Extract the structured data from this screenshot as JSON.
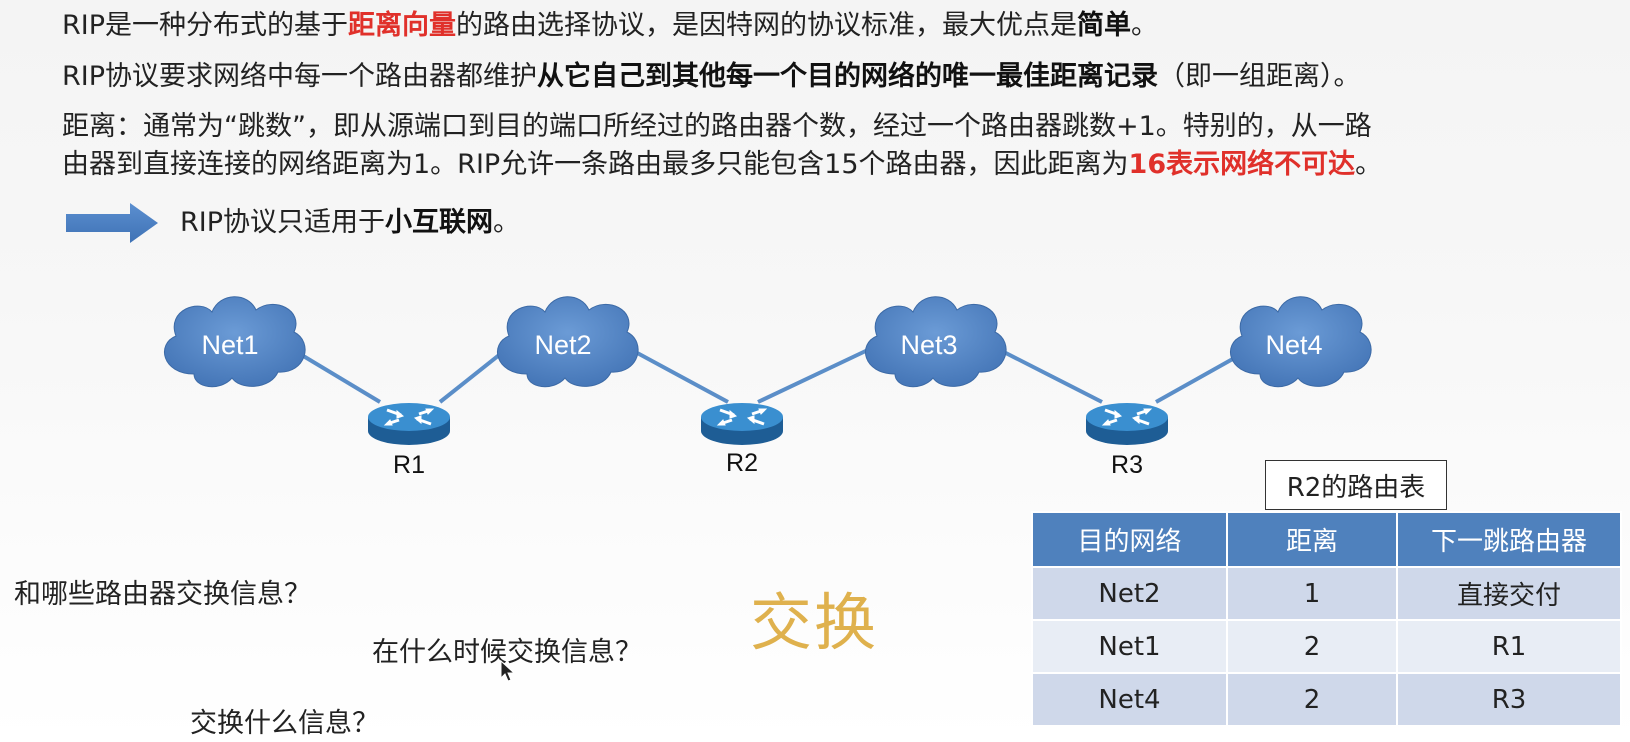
{
  "text": {
    "line1": {
      "a": "RIP是一种分布式的基于",
      "b": "距离向量",
      "c": "的路由选择协议，是因特网的协议标准，最大优点是",
      "d": "简单",
      "e": "。"
    },
    "line2": {
      "a": "RIP协议要求网络中每一个路由器都维护",
      "b": "从它自己到其他每一个目的网络的唯一最佳距离记录",
      "c": "（即一组距离）。"
    },
    "line3": "距离：通常为“跳数”，即从源端口到目的端口所经过的路由器个数，经过一个路由器跳数+1。特别的，从一路",
    "line4": {
      "a": "由器到直接连接的网络距离为1。RIP允许一条路由最多只能包含15个路由器，因此距离为",
      "b": "16表示网络不可达",
      "c": "。"
    },
    "line5": {
      "a": "RIP协议只适用于",
      "b": "小互联网",
      "c": "。"
    }
  },
  "diagram": {
    "networks": [
      "Net1",
      "Net2",
      "Net3",
      "Net4"
    ],
    "routers": [
      "R1",
      "R2",
      "R3"
    ]
  },
  "questions": {
    "q1": "和哪些路由器交换信息？",
    "q2": "在什么时候交换信息？",
    "q3": "交换什么信息？"
  },
  "exchange_label": "交换",
  "routing_table": {
    "caption": "R2的路由表",
    "headers": [
      "目的网络",
      "距离",
      "下一跳路由器"
    ],
    "rows": [
      [
        "Net2",
        "1",
        "直接交付"
      ],
      [
        "Net1",
        "2",
        "R1"
      ],
      [
        "Net4",
        "2",
        "R3"
      ]
    ]
  },
  "colors": {
    "accent_red": "#e0302a",
    "cloud_blue": "#4f81bd",
    "table_header": "#4f81bd",
    "exchange_gold": "#dfb14d"
  },
  "icons": [
    "right-arrow-icon",
    "cloud-icon",
    "router-icon",
    "mouse-cursor-icon"
  ]
}
